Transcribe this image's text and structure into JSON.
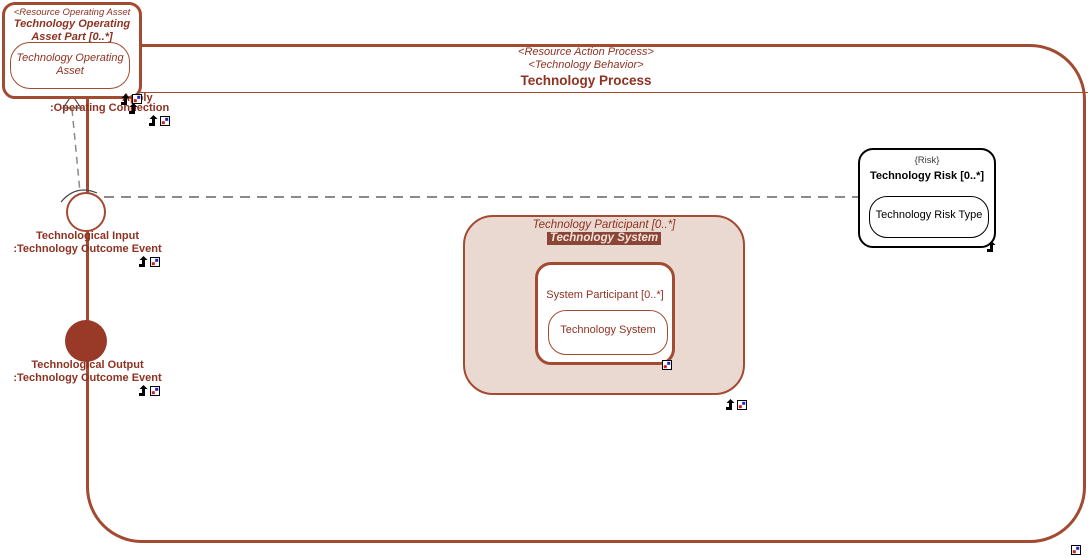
{
  "colors": {
    "brown_border": "#a34a32",
    "brown_text": "#8e3222",
    "participant_fill": "#e9d9d1",
    "highlight_bg": "#8a4537",
    "highlight_text": "#f3e3db",
    "dash_gray": "#8a8a8a",
    "risk_border": "#000000",
    "output_fill": "#993a28"
  },
  "process": {
    "stereotype_line1": "<Resource Action Process>",
    "stereotype_line2": "<Technology Behavior>",
    "title": "Technology Process"
  },
  "asset_part": {
    "stereotype": "<Resource Operating Asset",
    "title_line1": "Technology Operating",
    "title_line2": "Asset Part [0..*]",
    "inner_line1": "Technology Operating",
    "inner_line2": "Asset"
  },
  "operating_connection": {
    "apply_label": "Apply",
    "name": ":Operating Connection"
  },
  "input_event": {
    "line1": "Technological Input",
    "line2": ":Technology Outcome Event"
  },
  "output_event": {
    "line1": "Technological Output",
    "line2": ":Technology Outcome Event"
  },
  "participant": {
    "title": "Technology Participant [0..*]",
    "selected_label": "Technology System",
    "system_participant_title": "System Participant [0..*]",
    "system_name": "Technology System"
  },
  "risk": {
    "tag": "{Risk}",
    "title": "Technology Risk [0..*]",
    "type_name": "Technology Risk Type"
  },
  "icons": {
    "navigate": "bent-up-arrow",
    "element": "square-with-red-blue-dots"
  }
}
